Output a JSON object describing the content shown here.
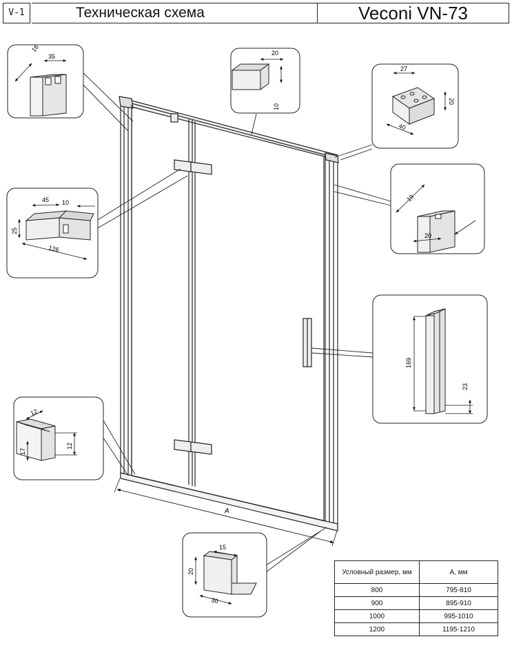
{
  "header": {
    "code": "V-1",
    "title": "Техническая схема",
    "model": "Veconi VN-73"
  },
  "dims": {
    "corner_profile": [
      "16",
      "35"
    ],
    "top_rail": [
      "20",
      "10"
    ],
    "corner_bracket": [
      "27",
      "20",
      "40"
    ],
    "hinge": [
      "45",
      "10",
      "25",
      "126"
    ],
    "wall_profile_right": [
      "19",
      "20"
    ],
    "handle": [
      "169",
      "23"
    ],
    "bottom_profile": [
      "12",
      "17",
      "12"
    ],
    "bottom_bracket": [
      "15",
      "20",
      "30"
    ],
    "width_label": "A"
  },
  "size_table": {
    "headers": [
      "Условный размер, мм",
      "А, мм"
    ],
    "rows": [
      [
        "800",
        "795-810"
      ],
      [
        "900",
        "895-910"
      ],
      [
        "1000",
        "995-1010"
      ],
      [
        "1200",
        "1195-1210"
      ]
    ]
  }
}
